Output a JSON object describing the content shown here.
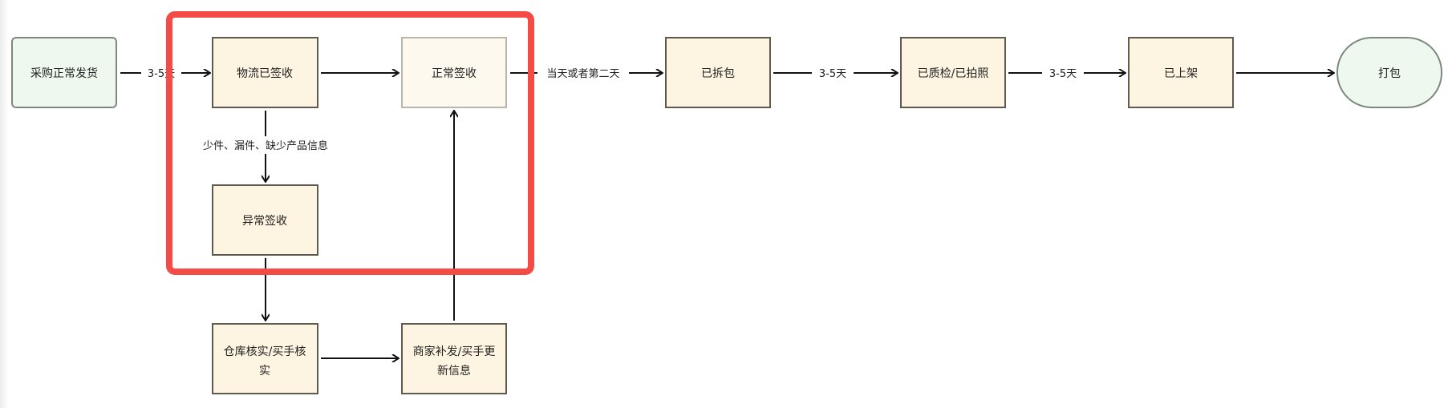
{
  "nodes": {
    "purchase": "采购正常发货",
    "logistics_signed": "物流已签收",
    "normal_signed": "正常签收",
    "abnormal_signed": "异常签收",
    "verify_line1": "仓库核实/买手核",
    "verify_line2": "实",
    "reship_line1": "商家补发/买手更",
    "reship_line2": "新信息",
    "unpacked": "已拆包",
    "qc_photo": "已质检/已拍照",
    "shelved": "已上架",
    "pack": "打包"
  },
  "edges": {
    "purchase_to_logistics": "3-5天",
    "normal_to_unpacked": "当天或者第二天",
    "logistics_to_abnormal": "少件、漏件、缺少产品信息",
    "unpacked_to_qc": "3-5天",
    "qc_to_shelved": "3-5天"
  },
  "colors": {
    "highlight": "#f44b47",
    "process_fill": "#fdf5e1",
    "terminal_fill": "#eef8ef"
  }
}
